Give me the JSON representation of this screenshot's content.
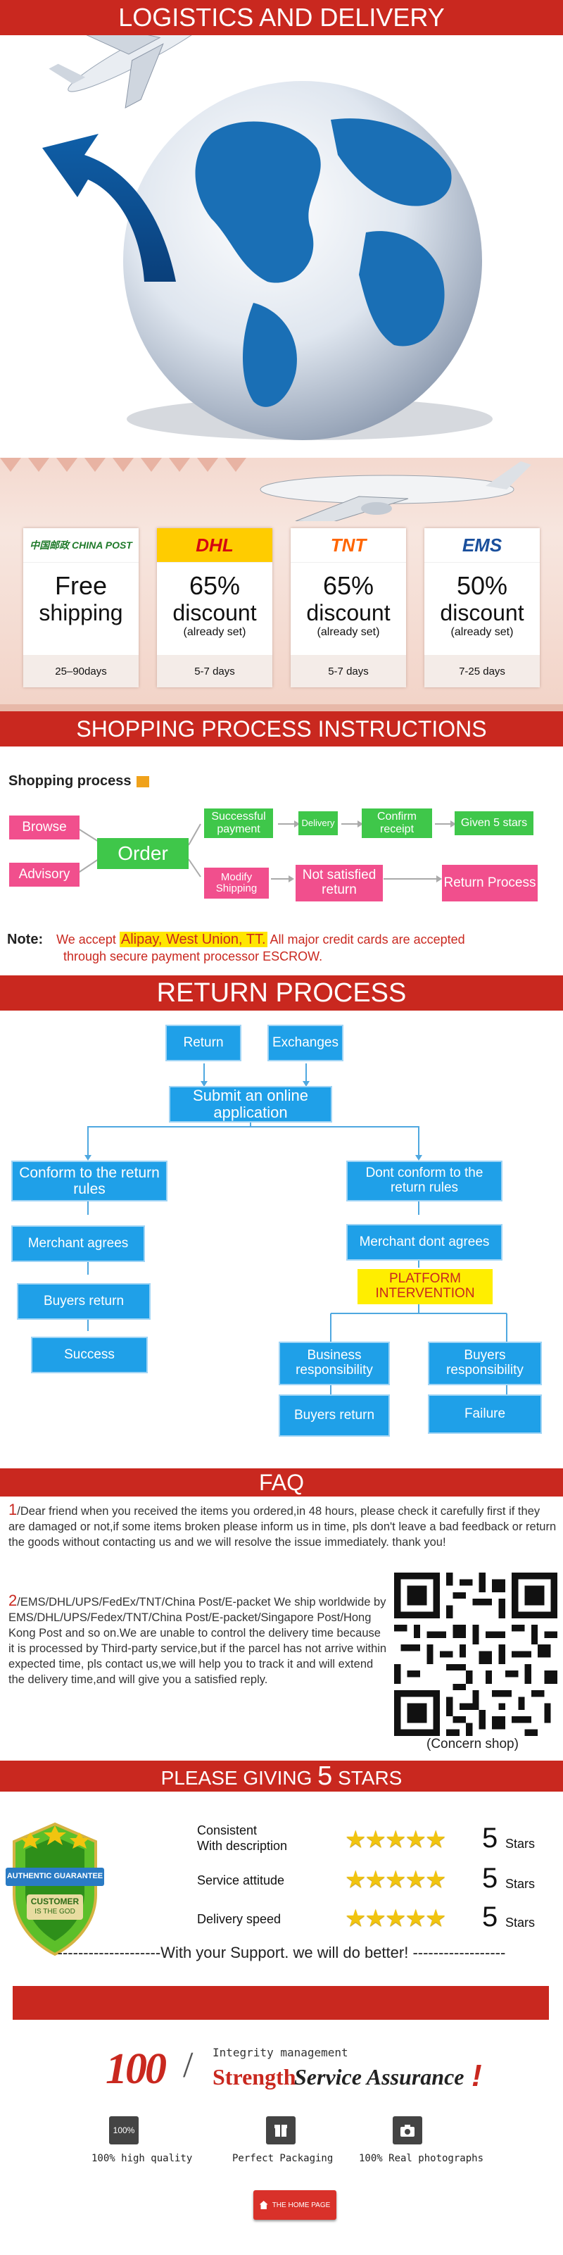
{
  "logistics": {
    "title": "LOGISTICS AND DELIVERY",
    "carriers": [
      {
        "logo": "中国邮政 CHINA POST",
        "offer_line1": "Free",
        "offer_line2": "shipping",
        "offer_line3": "",
        "days": "25–90days"
      },
      {
        "logo": "DHL",
        "offer_line1": "65%",
        "offer_line2": "discount",
        "offer_line3": "(already set)",
        "days": "5-7 days"
      },
      {
        "logo": "TNT",
        "offer_line1": "65%",
        "offer_line2": "discount",
        "offer_line3": "(already set)",
        "days": "5-7 days"
      },
      {
        "logo": "EMS",
        "offer_line1": "50%",
        "offer_line2": "discount",
        "offer_line3": "(already set)",
        "days": "7-25 days"
      }
    ]
  },
  "shopping": {
    "title": "SHOPPING PROCESS INSTRUCTIONS",
    "subtitle": "Shopping process",
    "browse": "Browse",
    "advisory": "Advisory",
    "order": "Order",
    "successful_payment": "Successful payment",
    "delivery": "Delivery",
    "confirm_receipt": "Confirm receipt",
    "given_5_stars": "Given 5 stars",
    "modify_shipping": "Modify Shipping",
    "not_satisfied_return": "Not satisfied return",
    "return_process": "Return Process",
    "note_label": "Note:",
    "note_pre": "We accept",
    "note_highlight": "Alipay, West Union, TT.",
    "note_post": "All major credit cards are accepted",
    "note_line2": "through secure payment processor ESCROW."
  },
  "return_process": {
    "title": "RETURN PROCESS",
    "return": "Return",
    "exchanges": "Exchanges",
    "submit": "Submit an online application",
    "conform": "Conform to the return rules",
    "dont_conform": "Dont conform to the return rules",
    "merchant_agrees": "Merchant agrees",
    "merchant_dont_agrees": "Merchant dont agrees",
    "platform": "PLATFORM INTERVENTION",
    "buyers_return_left": "Buyers return",
    "success": "Success",
    "business_resp": "Business responsibility",
    "buyers_resp": "Buyers responsibility",
    "buyers_return_right": "Buyers return",
    "failure": "Failure"
  },
  "faq": {
    "title": "FAQ",
    "q1_num": "1",
    "q1": "/Dear friend when you received the items you ordered,in 48 hours, please check it carefully first if they are damaged or not,if some items broken please inform us in time, pls don't leave a bad feedback or return the goods without contacting us and we will resolve the issue immediately. thank you!",
    "q2_num": "2",
    "q2": "/EMS/DHL/UPS/FedEx/TNT/China Post/E-packet  We ship worldwide by EMS/DHL/UPS/Fedex/TNT/China Post/E-packet/Singapore Post/Hong Kong Post and so on.We are unable to control the delivery time because it is processed by Third-party service,but if the parcel has  not arrive within expected time, pls contact us,we will help you to track it and will extend the delivery time,and will give you a satisfied reply.",
    "qr_caption": "(Concern shop)"
  },
  "stars": {
    "title_pre": "PLEASE GIVING",
    "title_num": "5",
    "title_post": "STARS",
    "badge_top": "AUTHENTIC GUARANTEE",
    "badge_line1": "CUSTOMER",
    "badge_line2": "IS THE GOD",
    "rows": [
      {
        "label": "Consistent\nWith description",
        "num": "5",
        "unit": "Stars"
      },
      {
        "label": "Service attitude",
        "num": "5",
        "unit": "Stars"
      },
      {
        "label": "Delivery speed",
        "num": "5",
        "unit": "Stars"
      }
    ],
    "support": "--------------------With your Support. we will do better! ------------------"
  },
  "assurance": {
    "big": "100",
    "small_top": "Integrity management",
    "strength": "Strength",
    "service": "Service Assurance",
    "excl": "!",
    "items": [
      {
        "icon": "100%",
        "label": "100% high quality"
      },
      {
        "icon": "box",
        "label": "Perfect Packaging"
      },
      {
        "icon": "camera",
        "label": "100% Real photographs"
      }
    ],
    "home_button": "THE HOME PAGE"
  },
  "colors": {
    "accent_red": "#c9281f",
    "flow_blue": "#1fa0e8",
    "flow_green": "#3fc74a",
    "flow_pink": "#f14f8d"
  }
}
